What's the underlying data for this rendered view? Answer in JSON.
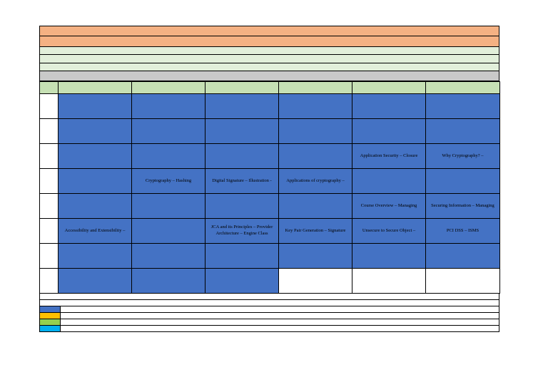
{
  "colors": {
    "title_band": "#f4b183",
    "sub_band": "#e2efda",
    "gray_band": "#c9c9c9",
    "header_row": "#c6e0b4",
    "session_cell": "#4472c4",
    "legend": [
      "#4472c4",
      "#ffc000",
      "#92d050",
      "#00b0f0"
    ]
  },
  "schedule": {
    "column_headers": [
      "",
      "",
      "",
      "",
      "",
      "",
      ""
    ],
    "rows": [
      {
        "label": "",
        "cells": [
          "",
          "",
          "",
          "",
          "",
          ""
        ]
      },
      {
        "label": "",
        "cells": [
          "",
          "",
          "",
          "",
          "",
          ""
        ]
      },
      {
        "label": "",
        "cells": [
          "",
          "",
          "",
          "",
          "Application Security – Closure",
          "Why Cryptography? –"
        ]
      },
      {
        "label": "",
        "cells": [
          "",
          "Cryptography – Hashing",
          "Digital Signature – Illustration -",
          "Applications of cryptography –",
          "",
          ""
        ]
      },
      {
        "label": "",
        "cells": [
          "",
          "",
          "",
          "",
          "Course Overview – Managing",
          "Securing Information – Managing"
        ]
      },
      {
        "label": "",
        "cells": [
          "Accessibility and Extensibility –",
          "",
          "JCA and its Principles – Provider Architecture – Engine Class",
          "Key Pair Generation – Signature",
          "Unsecure to Secure Object –",
          "PCI DSS – ISMS"
        ]
      },
      {
        "label": "",
        "cells": [
          "",
          "",
          "",
          "",
          "",
          ""
        ]
      },
      {
        "label": "",
        "cells": [
          "",
          "",
          "",
          "",
          "",
          ""
        ]
      }
    ]
  },
  "legend": [
    {
      "text": ""
    },
    {
      "text": ""
    },
    {
      "text": ""
    },
    {
      "text": ""
    }
  ]
}
